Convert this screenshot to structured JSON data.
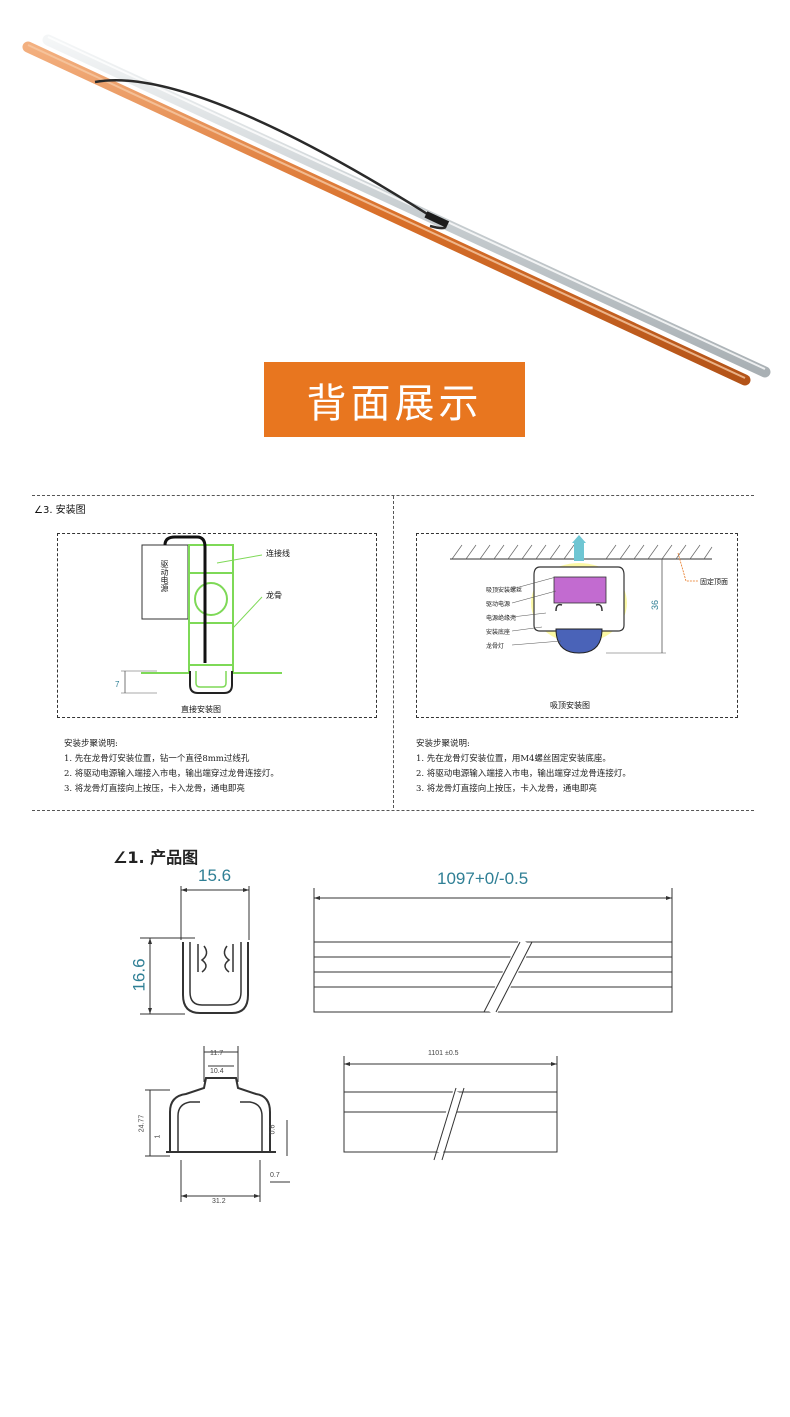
{
  "banner": {
    "title": "背面展示"
  },
  "install": {
    "section_title": "∠3. 安装图",
    "left": {
      "caption": "直接安装图",
      "driver_label": "驱动电源",
      "wire_label": "连接线",
      "keel_label": "龙骨",
      "dim_7": "7",
      "steps_title": "安装步聚说明:",
      "steps": [
        "1. 先在龙骨灯安装位置，钻一个直径8mm过线孔",
        "2. 将驱动电源输入端接入市电，输出端穿过龙骨连接灯。",
        "3. 将龙骨灯直接向上按压，卡入龙骨，通电即亮"
      ]
    },
    "right": {
      "caption": "吸顶安装图",
      "ceiling_label": "固定顶面",
      "dim_36": "36",
      "part_labels": [
        "吸顶安装螺丝",
        "驱动电源",
        "电源绝缘壳",
        "安装底座",
        "龙骨灯"
      ],
      "steps_title": "安装步聚说明:",
      "steps": [
        "1. 先在龙骨灯安装位置，用M4螺丝固定安装底座。",
        "2. 将驱动电源输入端接入市电，输出端穿过龙骨连接灯。",
        "3. 将龙骨灯直接向上按压，卡入龙骨，通电即亮"
      ]
    }
  },
  "product": {
    "section_title": "∠1. 产品图",
    "dims": {
      "width_top": "15.6",
      "height_top": "16.6",
      "length_top": "1097+0/-0.5",
      "w117": "11.7",
      "w104": "10.4",
      "h2477": "24.77",
      "h1": "1",
      "h06": "0.6",
      "h07": "0.7",
      "w312": "31.2",
      "length_bottom": "1101 ±0.5"
    }
  },
  "colors": {
    "banner": "#e8761f",
    "dimension": "#2f7f95",
    "profile": "#7ed957",
    "rod_orange": "#d9702a"
  }
}
